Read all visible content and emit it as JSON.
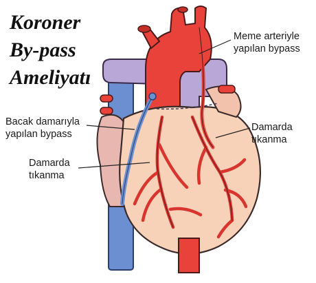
{
  "title": {
    "lines": [
      "Koroner",
      "By-pass",
      "Ameliyatı"
    ]
  },
  "labels": {
    "mammary_bypass": {
      "line1": "Meme arteriyle",
      "line2": "yapılan bypass"
    },
    "leg_vein_bypass": {
      "line1": "Bacak damarıyla",
      "line2": "yapılan bypass"
    },
    "blockage_left": {
      "line1": "Damarda",
      "line2": "tıkanma"
    },
    "blockage_right": {
      "line1": "Damarda",
      "line2": "tıkanma"
    }
  },
  "colors": {
    "heart_tissue": "#f7d2b8",
    "aorta_red": "#e8423a",
    "vein_blue": "#6b8fd0",
    "pulmonary_purple": "#b9a7d8",
    "vessel_red": "#d9352f",
    "outline": "#3a2a2a"
  }
}
